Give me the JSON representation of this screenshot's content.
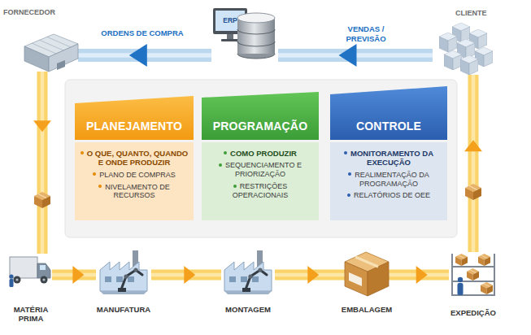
{
  "diagram": {
    "nodes": [
      {
        "text": [
          "FORNECEDOR"
        ]
      },
      {
        "text": [
          "ERP"
        ]
      },
      {
        "text": [
          "CLIENTE"
        ]
      },
      {
        "text": [
          "PLANEJAMENTO",
          "O QUE, QUANTO, QUANDO E ONDE PRODUZIR",
          "PLANO DE COMPRAS",
          "NIVELAMENTO DE RECURSOS"
        ]
      },
      {
        "text": [
          "PROGRAMAÇÃO",
          "COMO PRODUZIR",
          "SEQUENCIAMENTO E PRIORIZAÇÃO",
          "RESTRIÇÕES OPERACIONAIS"
        ]
      },
      {
        "text": [
          "CONTROLE",
          "MONITORAMENTO DA EXECUÇÃO",
          "REALIMENTAÇÃO DA PROGRAMAÇÃO",
          "RELATÓRIOS DE OEE"
        ]
      },
      {
        "text": [
          "MATÉRIA PRIMA"
        ]
      },
      {
        "text": [
          "MANUFATURA"
        ]
      },
      {
        "text": [
          "MONTAGEM"
        ]
      },
      {
        "text": [
          "EMBALAGEM"
        ]
      },
      {
        "text": [
          "EXPEDIÇÃO"
        ]
      }
    ],
    "edges": [
      {
        "from": 2,
        "to": 1,
        "label": "VENDAS / PREVISÃO",
        "arrow": "to"
      },
      {
        "from": 1,
        "to": 0,
        "label": "ORDENS DE COMPRA",
        "arrow": "to"
      },
      {
        "from": 0,
        "to": 6,
        "arrow": "to"
      },
      {
        "from": 6,
        "to": 7,
        "arrow": "to"
      },
      {
        "from": 7,
        "to": 8,
        "arrow": "to"
      },
      {
        "from": 8,
        "to": 9,
        "arrow": "to"
      },
      {
        "from": 9,
        "to": 10,
        "arrow": "to"
      },
      {
        "from": 10,
        "to": 2,
        "arrow": "to"
      }
    ]
  }
}
